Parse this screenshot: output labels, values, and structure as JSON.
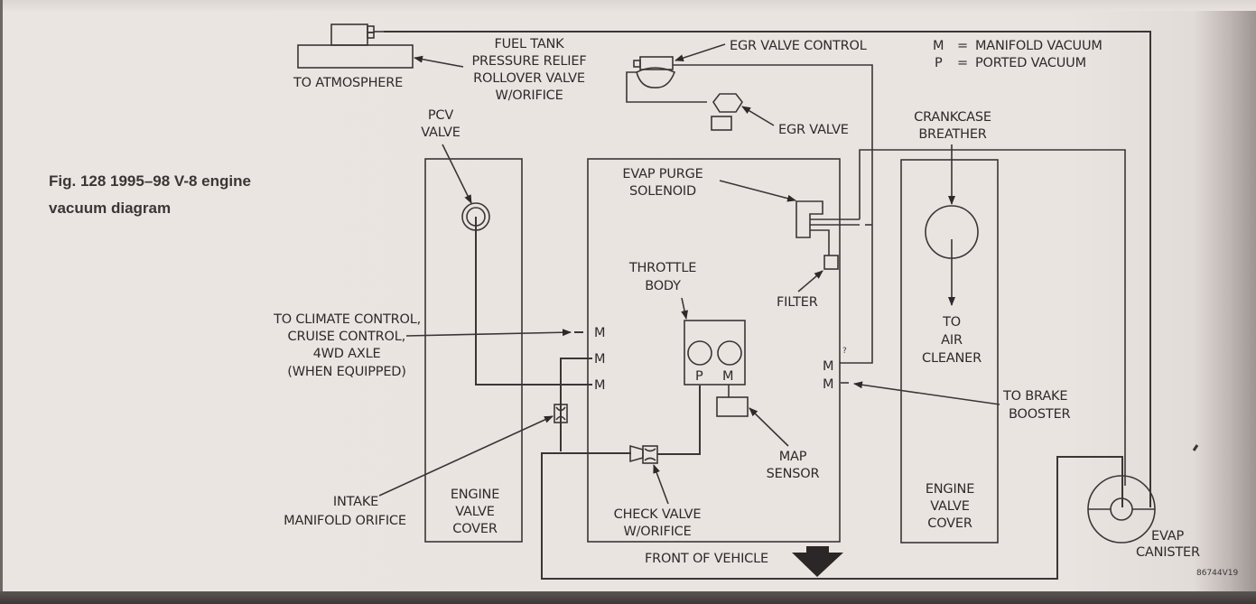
{
  "figure": {
    "caption_line1": "Fig. 128 1995–98 V-8 engine",
    "caption_line2": "vacuum diagram",
    "code": "86744V19"
  },
  "legend": {
    "m_key": "M",
    "m_eq": "=",
    "m_text": "MANIFOLD VACUUM",
    "p_key": "P",
    "p_eq": "=",
    "p_text": "PORTED VACUUM"
  },
  "labels": {
    "to_atmosphere": "TO ATMOSPHERE",
    "fuel_tank_1": "FUEL TANK",
    "fuel_tank_2": "PRESSURE RELIEF",
    "fuel_tank_3": "ROLLOVER VALVE",
    "fuel_tank_4": "W/ORIFICE",
    "egr_control": "EGR VALVE CONTROL",
    "egr_valve": "EGR VALVE",
    "pcv_1": "PCV",
    "pcv_2": "VALVE",
    "crankcase_1": "CRANKCASE",
    "crankcase_2": "BREATHER",
    "evap_purge_1": "EVAP PURGE",
    "evap_purge_2": "SOLENOID",
    "throttle_1": "THROTTLE",
    "throttle_2": "BODY",
    "filter": "FILTER",
    "climate_1": "TO CLIMATE CONTROL,",
    "climate_2": "CRUISE CONTROL,",
    "climate_3": "4WD AXLE",
    "climate_4": "(WHEN EQUIPPED)",
    "air_cleaner_1": "TO",
    "air_cleaner_2": "AIR",
    "air_cleaner_3": "CLEANER",
    "brake_1": "TO BRAKE",
    "brake_2": "BOOSTER",
    "map_1": "MAP",
    "map_2": "SENSOR",
    "intake_1": "INTAKE",
    "intake_2": "MANIFOLD ORIFICE",
    "left_cover_1": "ENGINE",
    "left_cover_2": "VALVE",
    "left_cover_3": "COVER",
    "right_cover_1": "ENGINE",
    "right_cover_2": "VALVE",
    "right_cover_3": "COVER",
    "check_1": "CHECK VALVE",
    "check_2": "W/ORIFICE",
    "front": "FRONT OF VEHICLE",
    "evap_can_1": "EVAP",
    "evap_can_2": "CANISTER"
  },
  "ports": {
    "left_m1": "M",
    "left_m2": "M",
    "left_m3": "M",
    "right_m1": "M",
    "right_m2": "M",
    "throttle_p": "P",
    "throttle_m": "M",
    "mark": "?"
  }
}
